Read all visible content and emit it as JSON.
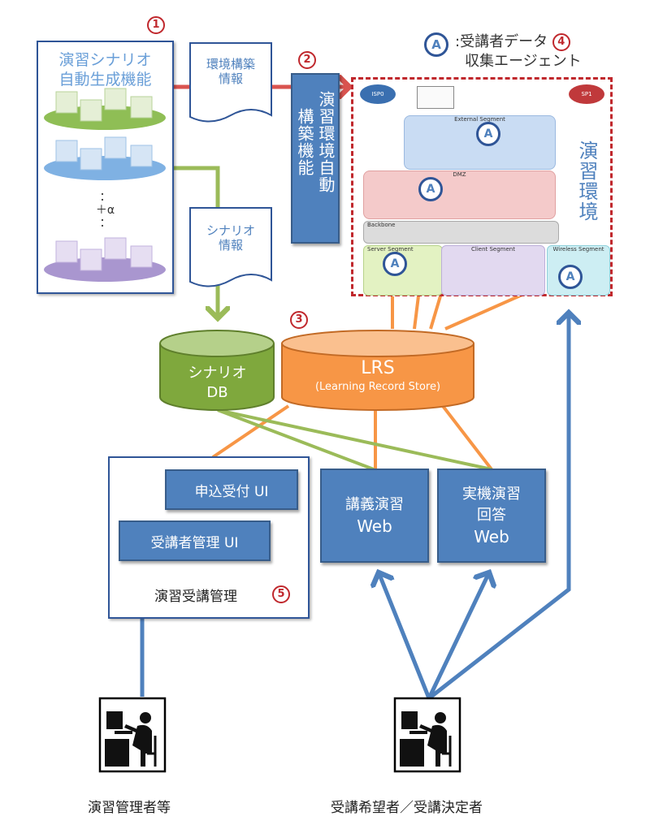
{
  "colors": {
    "blue": "#4f81bd",
    "blue_dark": "#385d8a",
    "red": "#c0282d",
    "orange": "#f79646",
    "green": "#9bbb59",
    "gray_text": "#333333"
  },
  "scenario_gen": {
    "number": "1",
    "title_line1": "演習シナリオ",
    "title_line2": "自動生成機能",
    "ellipsis_top": "：",
    "plus_alpha": "＋α",
    "ellipsis_bottom": "："
  },
  "env_build_info": {
    "line1": "環境構築",
    "line2": "情報"
  },
  "scenario_info": {
    "line1": "シナリオ",
    "line2": "情報"
  },
  "env_auto_build": {
    "number": "2",
    "col1": "演習環境自動",
    "col2": "構築機能"
  },
  "agent_legend": {
    "badge": "A",
    "number": "4",
    "line1": ":受講者データ",
    "line2": "収集エージェント"
  },
  "exercise_env": {
    "label": "演習環境",
    "isp_left": "ISP0",
    "isp_right": "SP1",
    "segments": [
      "External Segment",
      "DMZ",
      "Backbone",
      "Server Segment",
      "Client Segment",
      "Wireless Segment"
    ],
    "agent_badges": [
      "A",
      "A",
      "A",
      "A",
      "A"
    ]
  },
  "scenario_db": {
    "line1": "シナリオ",
    "line2": "DB"
  },
  "lrs": {
    "number": "3",
    "title": "LRS",
    "subtitle": "(Learning Record Store)"
  },
  "training_mgmt": {
    "number": "5",
    "label": "演習受講管理",
    "application_ui": "申込受付 UI",
    "participant_ui": "受講者管理 UI"
  },
  "lecture_web": {
    "line1": "講義演習",
    "line2": "Web"
  },
  "practical_web": {
    "line1": "実機演習",
    "line2": "回答",
    "line3": "Web"
  },
  "actors": {
    "admin": "演習管理者等",
    "participant": "受講希望者／受講決定者"
  }
}
